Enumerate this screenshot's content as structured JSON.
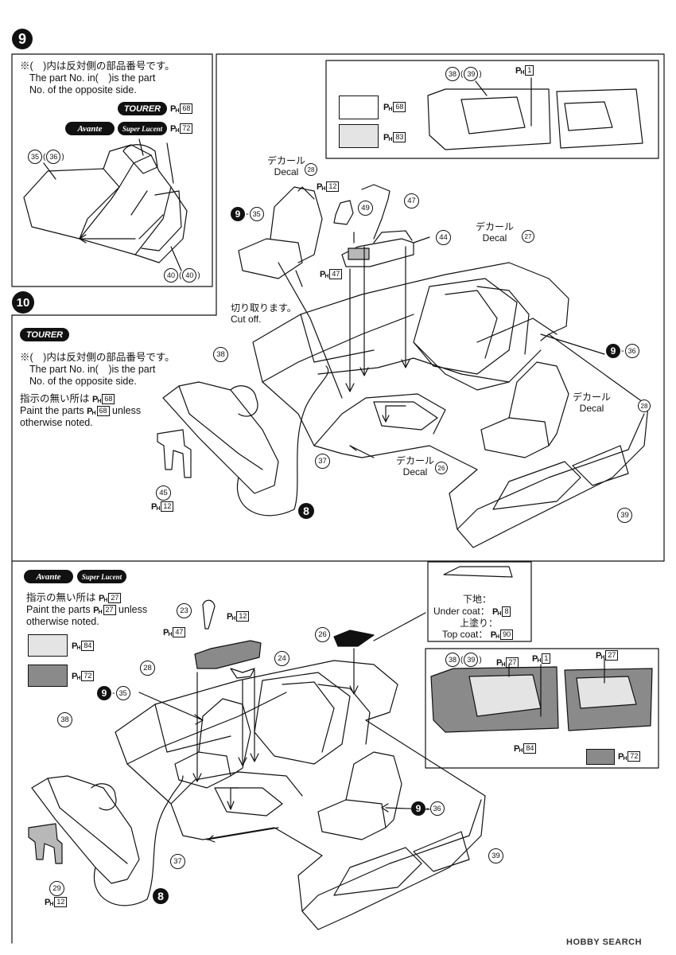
{
  "steps": {
    "step9": "9",
    "step10": "10"
  },
  "notes": {
    "opposite_jp": "※(　)内は反対側の部品番号です。",
    "opposite_en1": "The part No. in(　)is the part",
    "opposite_en2": "No. of the opposite side.",
    "unless_jp": "指示の無い所は",
    "unless_en1": "Paint the parts",
    "unless_en2": "unless",
    "unless_en3": "otherwise noted.",
    "cut_jp": "切り取ります。",
    "cut_en": "Cut off.",
    "decal_jp": "デカール",
    "decal_en": "Decal",
    "under_jp": "下地：",
    "under_en": "Under coat：",
    "top_jp": "上塗り：",
    "top_en": "Top coat："
  },
  "grades": {
    "tourer": "TOURER",
    "avante": "Avante",
    "superlucent": "Super Lucent"
  },
  "ph_prefix": "P",
  "ph_sub": "H",
  "paints": [
    "68",
    "72",
    "1",
    "83",
    "12",
    "47",
    "27",
    "84",
    "8",
    "90"
  ],
  "parts": {
    "p23": "23",
    "p24": "24",
    "p26": "26",
    "p27": "27",
    "p28": "28",
    "p29": "29",
    "p35": "35",
    "p36": "36",
    "p37": "37",
    "p38": "38",
    "p39": "39",
    "p40": "40",
    "p44": "44",
    "p45": "45",
    "p47": "47",
    "p49": "49"
  },
  "refs": {
    "step8": "8",
    "step9": "9",
    "dash": "-"
  },
  "paren_open": "(",
  "paren_close": ")",
  "watermark": "HOBBY SEARCH",
  "colors": {
    "line": "#111111",
    "light_gray": "#e4e4e4",
    "mid_gray": "#b8b8b8",
    "dark_gray": "#8a8a8a"
  }
}
